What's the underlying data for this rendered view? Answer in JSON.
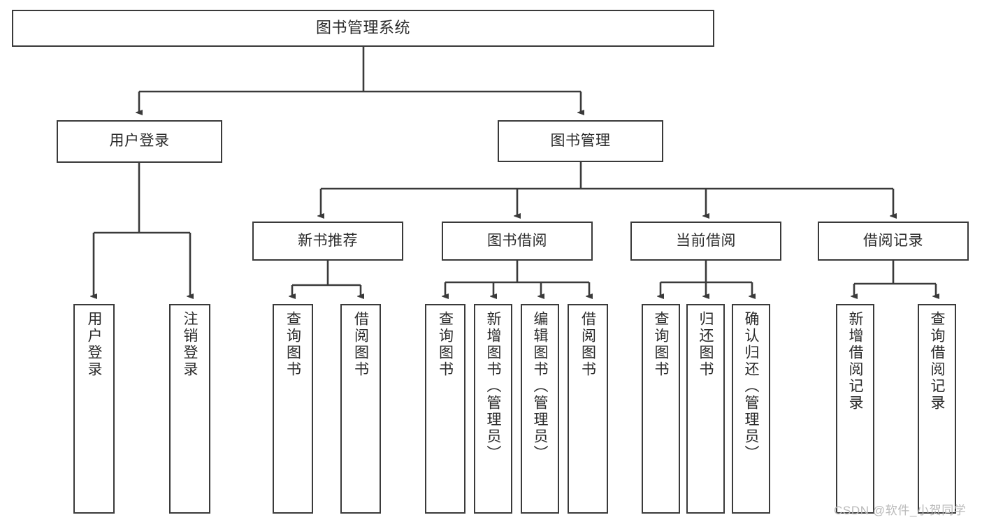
{
  "diagram": {
    "title": "图书管理系统",
    "watermark": "CSDN @软件_小贺同学",
    "colors": {
      "stroke": "#3a3a3a",
      "fill": "#ffffff",
      "text": "#2b2b2b",
      "watermark": "#b9b9b9"
    },
    "nodes": {
      "root": "图书管理系统",
      "level2": {
        "user_login": "用户登录",
        "book_manage": "图书管理"
      },
      "level3": {
        "new_book_recommend": "新书推荐",
        "book_borrow": "图书借阅",
        "current_borrow": "当前借阅",
        "borrow_record": "借阅记录"
      },
      "leaves": {
        "user_login_children": [
          "用户登录",
          "注销登录"
        ],
        "new_book_recommend_children": [
          "查询图书",
          "借阅图书"
        ],
        "book_borrow_children": [
          "查询图书",
          "新增图书（管理员）",
          "编辑图书（管理员）",
          "借阅图书"
        ],
        "current_borrow_children": [
          "查询图书",
          "归还图书",
          "确认归还（管理员）"
        ],
        "borrow_record_children": [
          "新增借阅记录",
          "查询借阅记录"
        ]
      }
    }
  }
}
